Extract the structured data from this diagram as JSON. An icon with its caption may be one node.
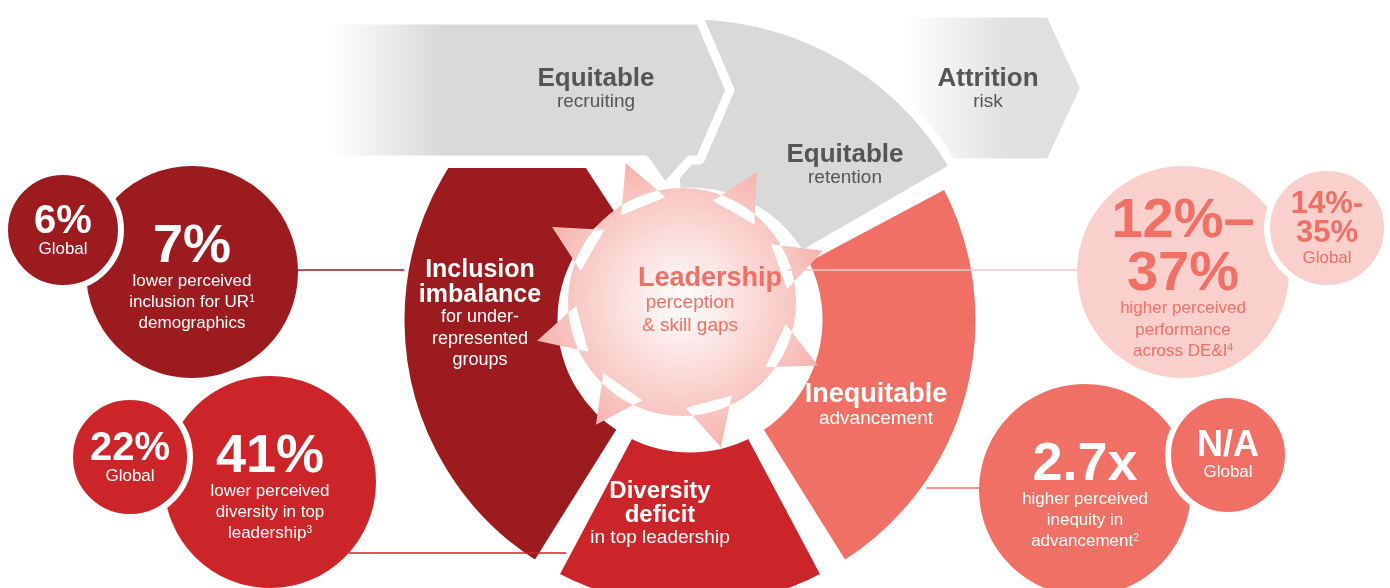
{
  "diagram": {
    "nodes": [
      {
        "text": [
          "Equitable",
          "recruiting"
        ]
      },
      {
        "text": [
          "Attrition",
          "risk"
        ]
      },
      {
        "text": [
          "Equitable",
          "retention"
        ]
      },
      {
        "text": [
          "Inclusion imbalance",
          "for under-represented groups"
        ]
      },
      {
        "text": [
          "Leadership",
          "perception & skill gaps"
        ]
      },
      {
        "text": [
          "Inequitable",
          "advancement"
        ]
      },
      {
        "text": [
          "Diversity deficit",
          "in top leadership"
        ]
      },
      {
        "text": [
          "6%",
          "Global"
        ]
      },
      {
        "text": [
          "7%",
          "lower perceived inclusion for UR$^{1}$ demographics"
        ]
      },
      {
        "text": [
          "22%",
          "Global"
        ]
      },
      {
        "text": [
          "41%",
          "lower perceived diversity in top leadership$^{3}$"
        ]
      },
      {
        "text": [
          "12%–37%",
          "higher perceived performance across DE&I$^{4}$"
        ]
      },
      {
        "text": [
          "14%-35%",
          "Global"
        ]
      },
      {
        "text": [
          "2.7x",
          "higher perceived inequity in advancement$^{2}$"
        ]
      },
      {
        "text": [
          "N/A",
          "Global"
        ]
      }
    ],
    "edges": [
      {
        "from": 8,
        "to": 3,
        "arrow": "none",
        "color": "#9b1b1f"
      },
      {
        "from": 4,
        "to": 11,
        "arrow": "none",
        "color": "#f9c9c4"
      },
      {
        "from": 13,
        "to": 5,
        "arrow": "none",
        "color": "#f07065"
      },
      {
        "from": 10,
        "to": 6,
        "arrow": "none",
        "color": "#cc2529"
      }
    ]
  }
}
